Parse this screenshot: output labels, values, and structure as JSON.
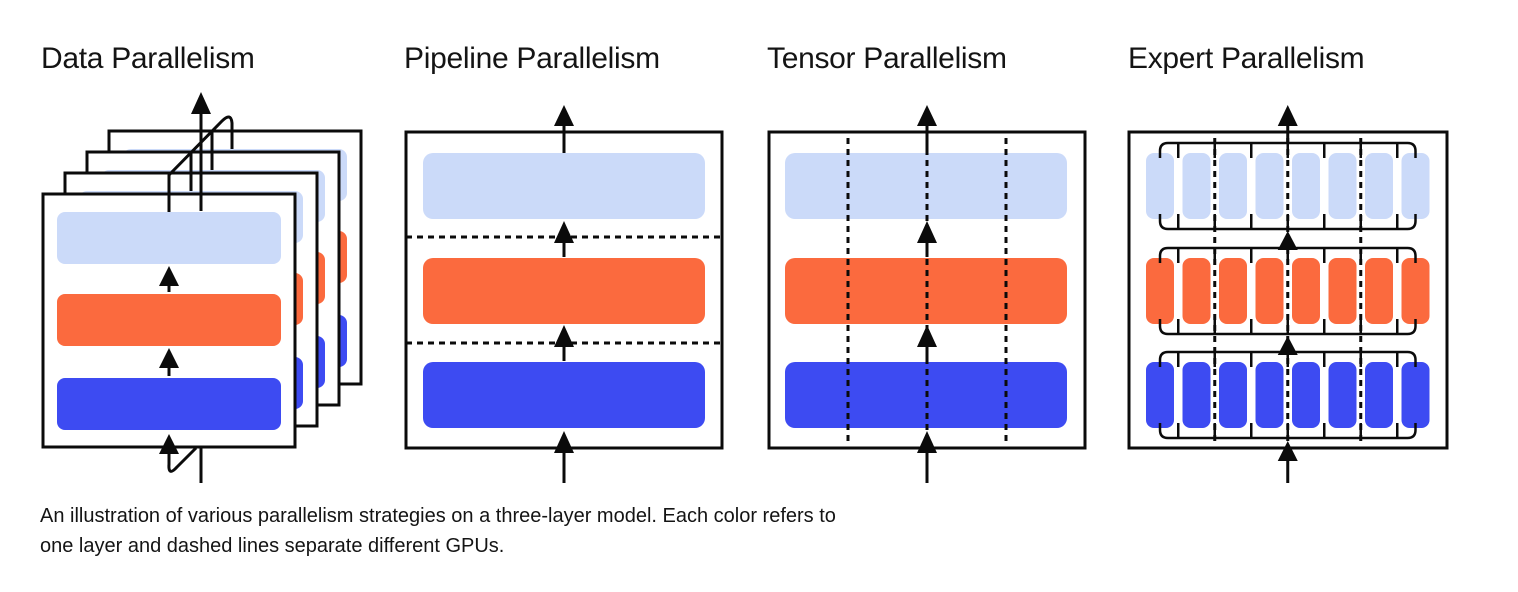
{
  "figure": {
    "panels": [
      {
        "title": "Data Parallelism"
      },
      {
        "title": "Pipeline Parallelism"
      },
      {
        "title": "Tensor Parallelism"
      },
      {
        "title": "Expert Parallelism"
      }
    ],
    "caption_lines": [
      "An illustration of various parallelism strategies on a three-layer model. Each color refers to",
      "one layer and dashed lines separate different GPUs."
    ],
    "colors": {
      "background": "#ffffff",
      "text": "#141414",
      "line": "#0b0b0b",
      "layer_top": "#cbdaf9",
      "layer_middle": "#fb6a3e",
      "layer_bottom": "#3d4bf2"
    },
    "structure": {
      "layers_per_model": 3,
      "data_parallelism_replicas": 4,
      "pipeline_gpu_boundaries": 2,
      "tensor_gpu_boundaries": 3,
      "expert_experts_per_layer": 8,
      "expert_gpu_boundaries": 3
    }
  }
}
